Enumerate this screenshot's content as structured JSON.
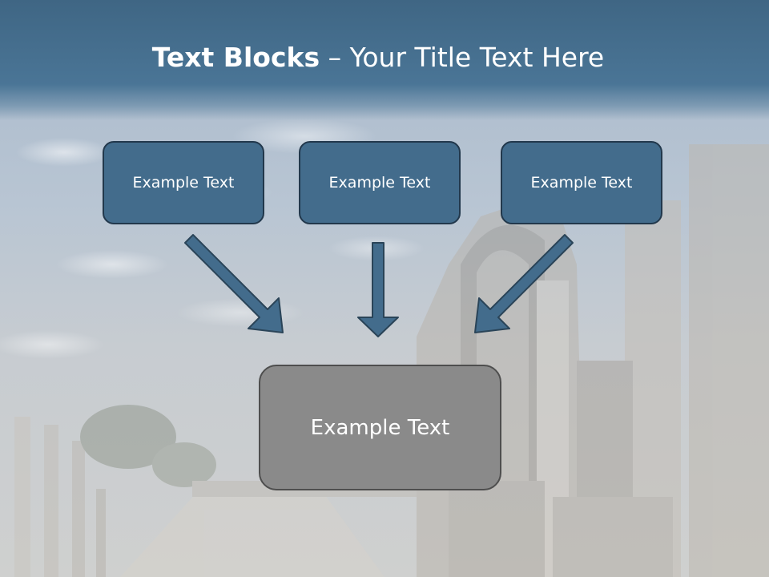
{
  "slide": {
    "title_bold": "Text Blocks",
    "title_dash": " – ",
    "title_rest": "Your Title Text Here"
  },
  "blocks": [
    {
      "label": "Example Text"
    },
    {
      "label": "Example Text"
    },
    {
      "label": "Example Text"
    }
  ],
  "target": {
    "label": "Example Text"
  },
  "colors": {
    "header": "#436c8c",
    "box_fill": "#436c8c",
    "box_border": "#22384c",
    "target_fill": "#8a8a8a",
    "arrow_fill": "#436c8c"
  }
}
